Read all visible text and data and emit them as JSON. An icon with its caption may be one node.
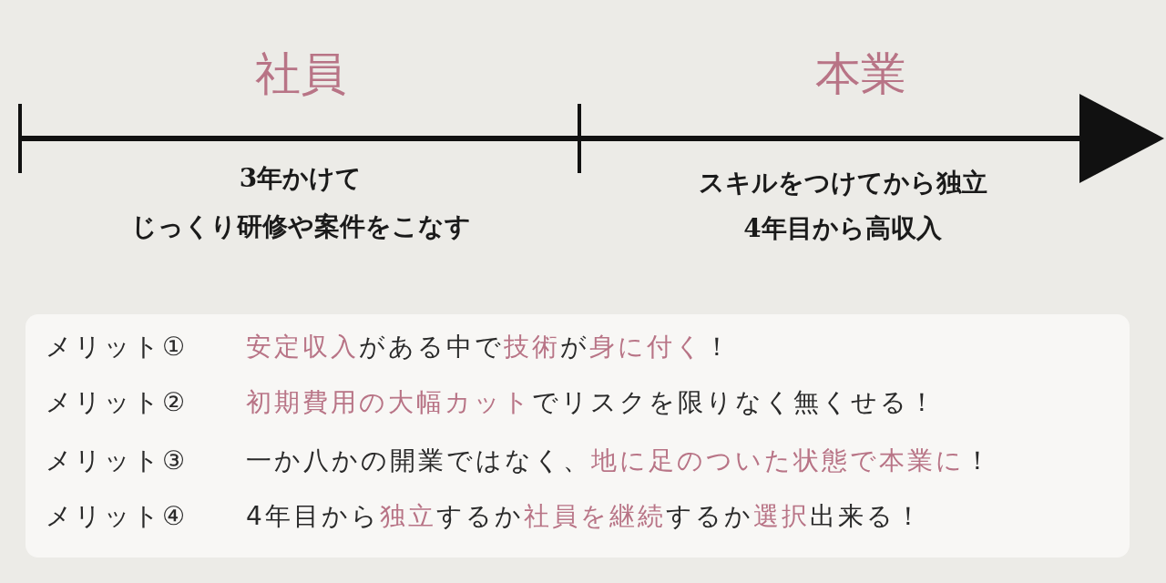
{
  "diagram": {
    "nodes": [
      {
        "text": [
          "メリット①",
          "**安定収入**がある中で**技術**が**身に付く**！",
          "メリット②",
          "**初期費用の大幅カット**でリスクを限りなく無くせる！",
          "メリット③",
          "一か八かの開業ではなく、**地に足のついた状態で本業に**！",
          "メリット④",
          "4年目から**独立**するか**社員を継続**するか**選択**出来る！"
        ]
      }
    ],
    "edges": [],
    "labels": [
      "社員",
      "本業",
      "3年かけて",
      "スキルをつけてから独立",
      "じっくり研修や案件をこなす",
      "4年目から高収入"
    ]
  }
}
